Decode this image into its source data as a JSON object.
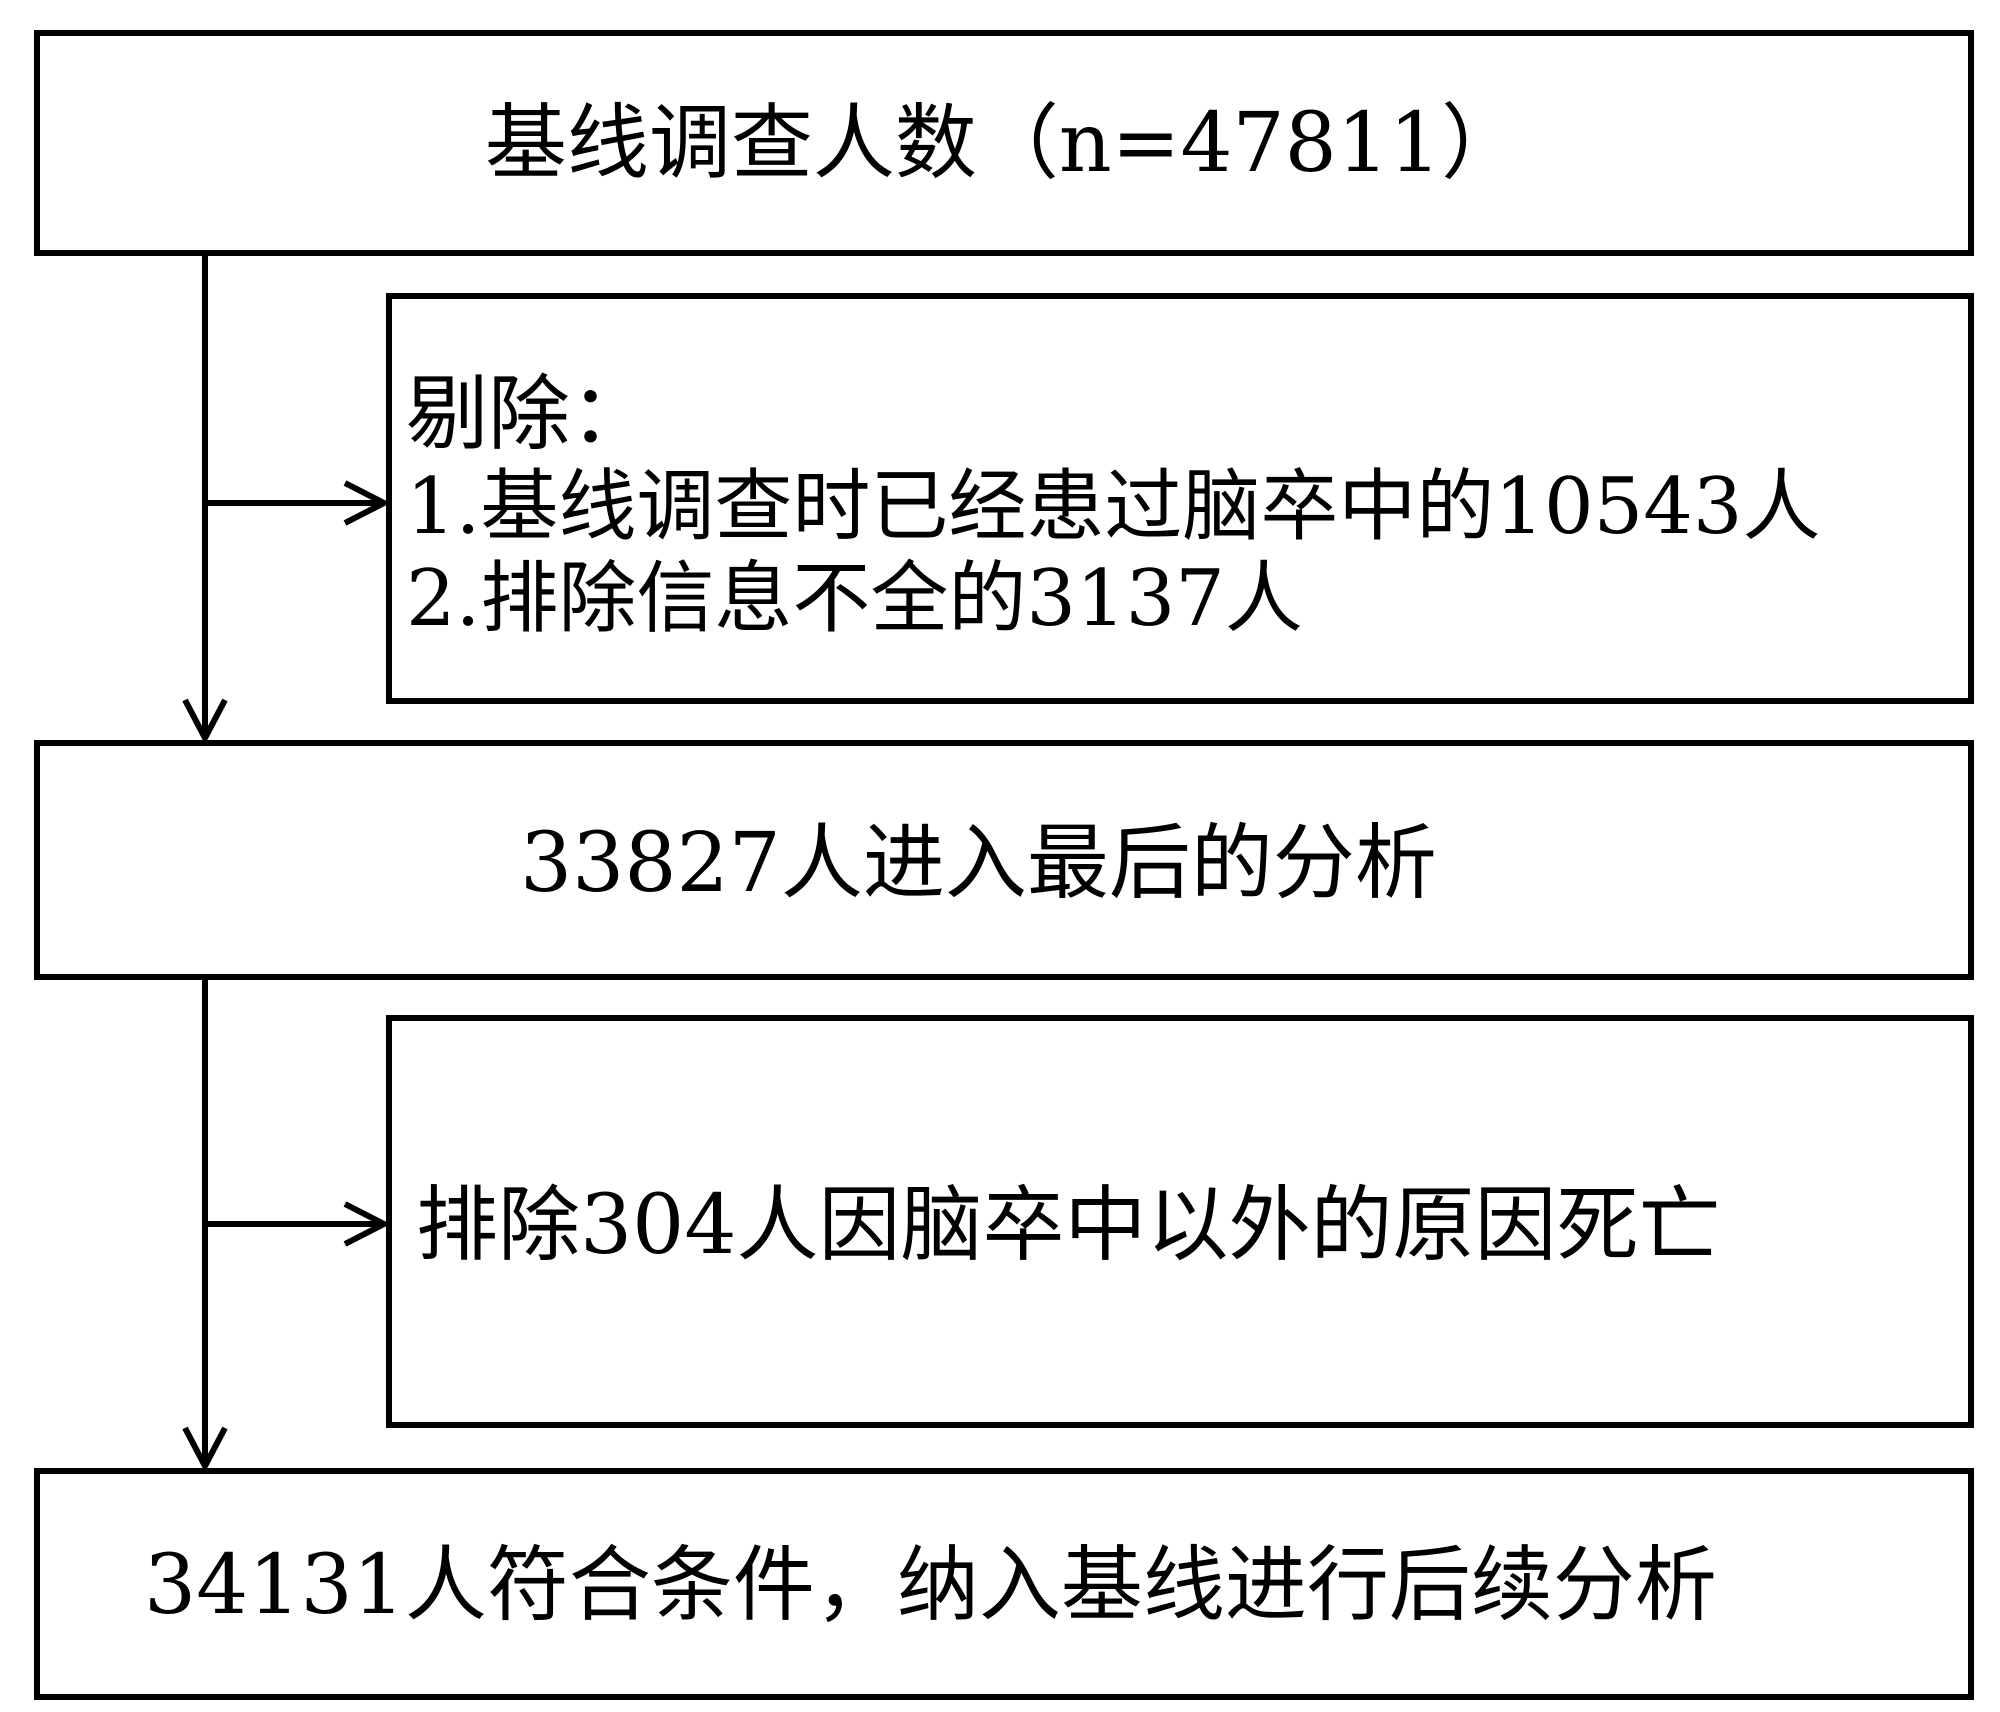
{
  "boxes": {
    "baseline": {
      "text": "基线调查人数（n=47811）"
    },
    "exclusion1": {
      "heading": "剔除：",
      "items": [
        "1.基线调查时已经患过脑卒中的10543人",
        "2.排除信息不全的3137人"
      ]
    },
    "analysis": {
      "text": "33827人进入最后的分析"
    },
    "exclusion2": {
      "text": "排除304人因脑卒中以外的原因死亡"
    },
    "final": {
      "text": "34131人符合条件，纳入基线进行后续分析"
    }
  }
}
